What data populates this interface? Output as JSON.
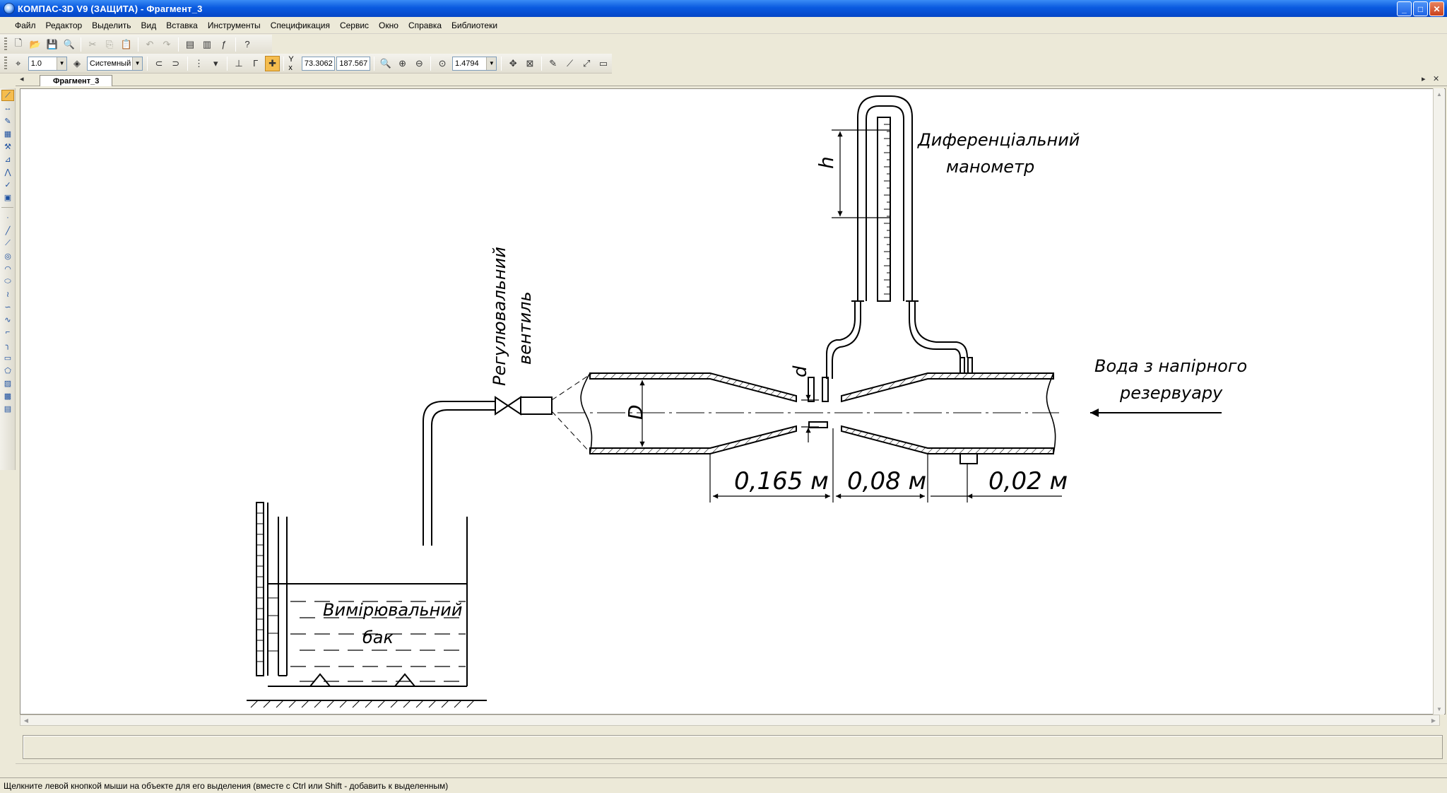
{
  "window": {
    "title": "КОМПАС-3D V9 (ЗАЩИТА) - Фрагмент_3",
    "minimize": "_",
    "maximize": "□",
    "close": "✕"
  },
  "menu": [
    "Файл",
    "Редактор",
    "Выделить",
    "Вид",
    "Вставка",
    "Инструменты",
    "Спецификация",
    "Сервис",
    "Окно",
    "Справка",
    "Библиотеки"
  ],
  "toolbar2": {
    "scale": "1.0",
    "layer_state": "Системный",
    "grid_arrow": "▾",
    "coord_label": "Y x",
    "x": "73.3062",
    "y": "187.567",
    "zoom": "1.4794"
  },
  "tab": {
    "label": "Фрагмент_3",
    "left": "◂",
    "right": "▸",
    "close": "✕"
  },
  "drawing": {
    "label_manometer_1": "Диференціальний",
    "label_manometer_2": "манометр",
    "label_valve_1": "Регулювальний",
    "label_valve_2": "вентиль",
    "label_water_1": "Вода з напірного",
    "label_water_2": "резервуару",
    "label_tank_1": "Вимірювальний",
    "label_tank_2": "бак",
    "dim_h": "h",
    "dim_d_small": "d",
    "dim_d_big": "D",
    "dim_1": "0,165 м",
    "dim_2": "0,08 м",
    "dim_3": "0,02 м"
  },
  "status": {
    "hint": "Щелкните левой кнопкой мыши на объекте для его выделения (вместе с Ctrl или Shift - добавить к выделенным)"
  }
}
